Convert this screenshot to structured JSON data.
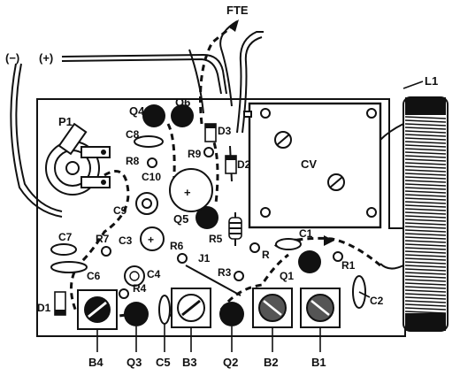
{
  "labels": {
    "neg": "(−)",
    "pos": "(+)",
    "fte": "FTE",
    "L1": "L1",
    "P1": "P1",
    "Q4": "Q4",
    "Q6": "Q6",
    "C8": "C8",
    "R8": "R8",
    "R9": "R9",
    "D3": "D3",
    "D2": "D2",
    "C10": "C10",
    "CV": "CV",
    "C9": "C9",
    "Q5": "Q5",
    "R5": "R5",
    "C7": "C7",
    "R7": "R7",
    "C3": "C3",
    "R6": "R6",
    "J1": "J1",
    "C1": "C1",
    "R2": "R",
    "C4": "C4",
    "C6": "C6",
    "R4": "R4",
    "R3": "R3",
    "Q1": "Q1",
    "R1": "R1",
    "C2": "C2",
    "D1": "D1",
    "B4": "B4",
    "Q3": "Q3",
    "C5": "C5",
    "B3": "B3",
    "Q2": "Q2",
    "B2": "B2",
    "B1": "B1"
  },
  "colors": {
    "ink": "#111111",
    "paper": "#ffffff"
  }
}
